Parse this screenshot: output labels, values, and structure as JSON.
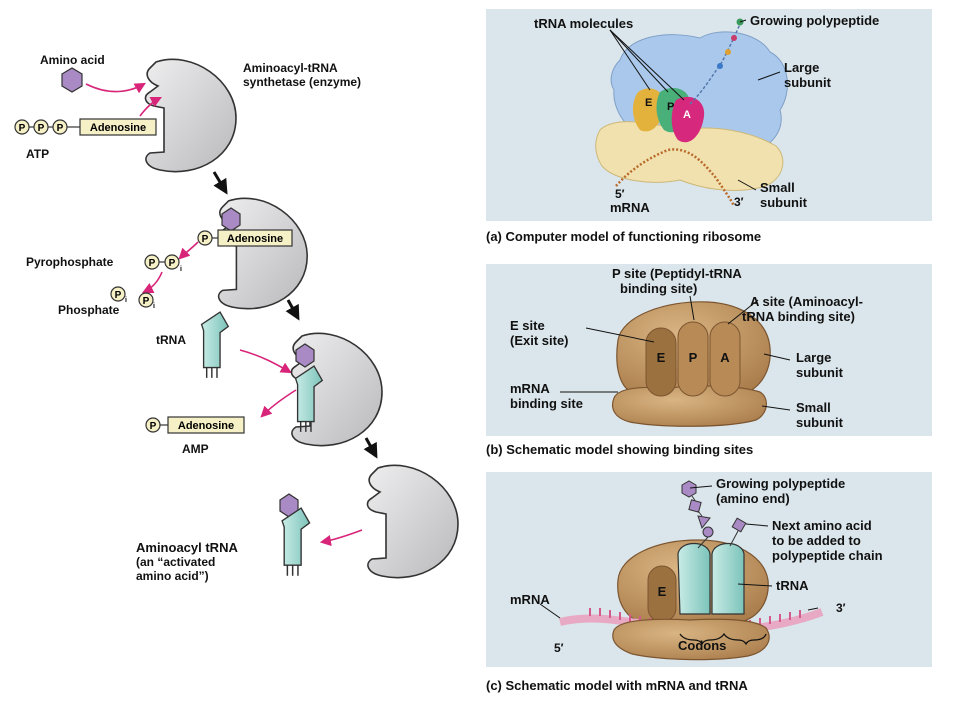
{
  "left": {
    "amino_acid": "Amino acid",
    "enzyme_line1": "Aminoacyl-tRNA",
    "enzyme_line2": "synthetase (enzyme)",
    "p": "P",
    "adenosine": "Adenosine",
    "atp": "ATP",
    "pyrophosphate": "Pyrophosphate",
    "phosphate": "Phosphate",
    "i": "i",
    "trna": "tRNA",
    "amp": "AMP",
    "aminoacyl_trna": "Aminoacyl tRNA",
    "activated_line1": "(an “activated",
    "activated_line2": "amino acid”)"
  },
  "panel_a": {
    "trna_molecules": "tRNA molecules",
    "growing_polypeptide": "Growing polypeptide",
    "large_subunit_1": "Large",
    "large_subunit_2": "subunit",
    "small_subunit_1": "Small",
    "small_subunit_2": "subunit",
    "five_prime": "5′",
    "three_prime": "3′",
    "mrna": "mRNA",
    "site_e": "E",
    "site_p": "P",
    "site_a": "A",
    "caption": "(a) Computer model of functioning ribosome"
  },
  "panel_b": {
    "p_site_1": "P site (Peptidyl-tRNA",
    "p_site_2": "binding site)",
    "a_site_1": "A site (Aminoacyl-",
    "a_site_2": "tRNA binding site)",
    "e_site_1": "E site",
    "e_site_2": "(Exit site)",
    "mrna_site_1": "mRNA",
    "mrna_site_2": "binding site",
    "large_1": "Large",
    "large_2": "subunit",
    "small_1": "Small",
    "small_2": "subunit",
    "site_e": "E",
    "site_p": "P",
    "site_a": "A",
    "caption": "(b) Schematic model showing binding sites"
  },
  "panel_c": {
    "growing_1": "Growing polypeptide",
    "growing_2": "(amino end)",
    "next_1": "Next amino acid",
    "next_2": "to be added to",
    "next_3": "polypeptide chain",
    "trna": "tRNA",
    "mrna": "mRNA",
    "site_e": "E",
    "codons": "Codons",
    "five_prime": "5′",
    "three_prime": "3′",
    "caption": "(c) Schematic model with mRNA and tRNA"
  },
  "colors": {
    "enzyme": "#d8d8da",
    "trna": "#9fd6cf",
    "amino_acid": "#a98ac4",
    "arrow_pink": "#d8257a",
    "ribosome": "#c49a66",
    "ribosome_dark": "#7c5530",
    "panel_bg": "#dbe6ec",
    "large_subunit_model": "#a9c8ec",
    "small_subunit_model": "#f1e1ae",
    "mrna_pink": "#e7a9c3"
  }
}
